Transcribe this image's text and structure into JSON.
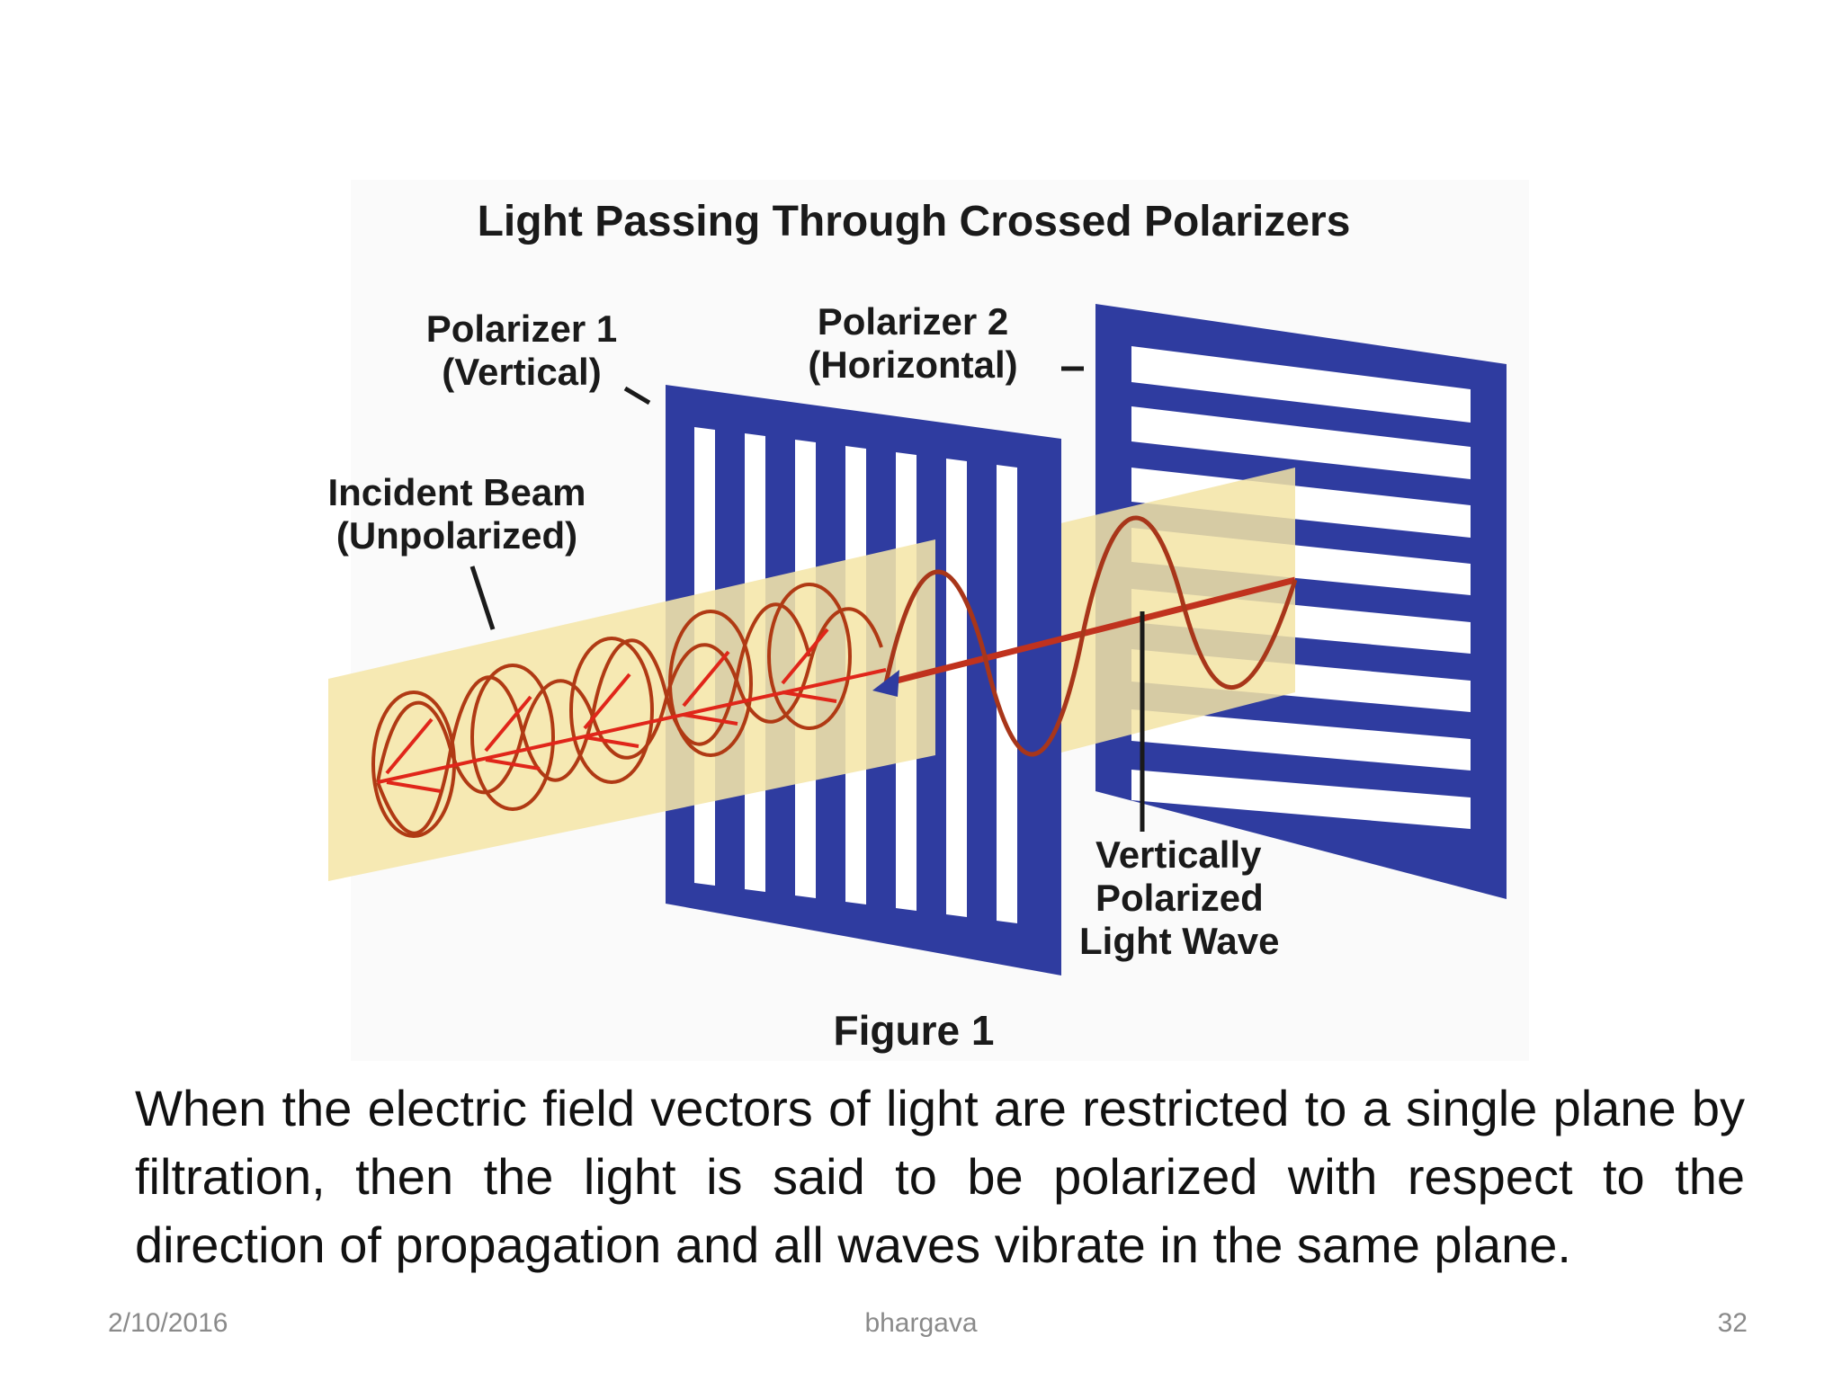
{
  "figure": {
    "title": "Light Passing Through Crossed Polarizers",
    "polarizer1": {
      "line1": "Polarizer 1",
      "line2": "(Vertical)"
    },
    "polarizer2": {
      "line1": "Polarizer 2",
      "line2": "(Horizontal)"
    },
    "incident_beam": {
      "line1": "Incident Beam",
      "line2": "(Unpolarized)"
    },
    "polarized_wave": {
      "line1": "Vertically",
      "line2": "Polarized",
      "line3": "Light Wave"
    },
    "caption": "Figure 1",
    "colors": {
      "polarizer": "#2f3ca0",
      "beam": "#f5e6a8",
      "wave": "#c0321e",
      "wave_outline": "#8a3a10"
    }
  },
  "body": {
    "text": "When the electric field vectors of light are restricted to a single plane by filtration, then the light is said to be polarized with respect to the direction of propagation and all waves vibrate in the same plane."
  },
  "footer": {
    "date": "2/10/2016",
    "author": "bhargava",
    "page": "32"
  }
}
